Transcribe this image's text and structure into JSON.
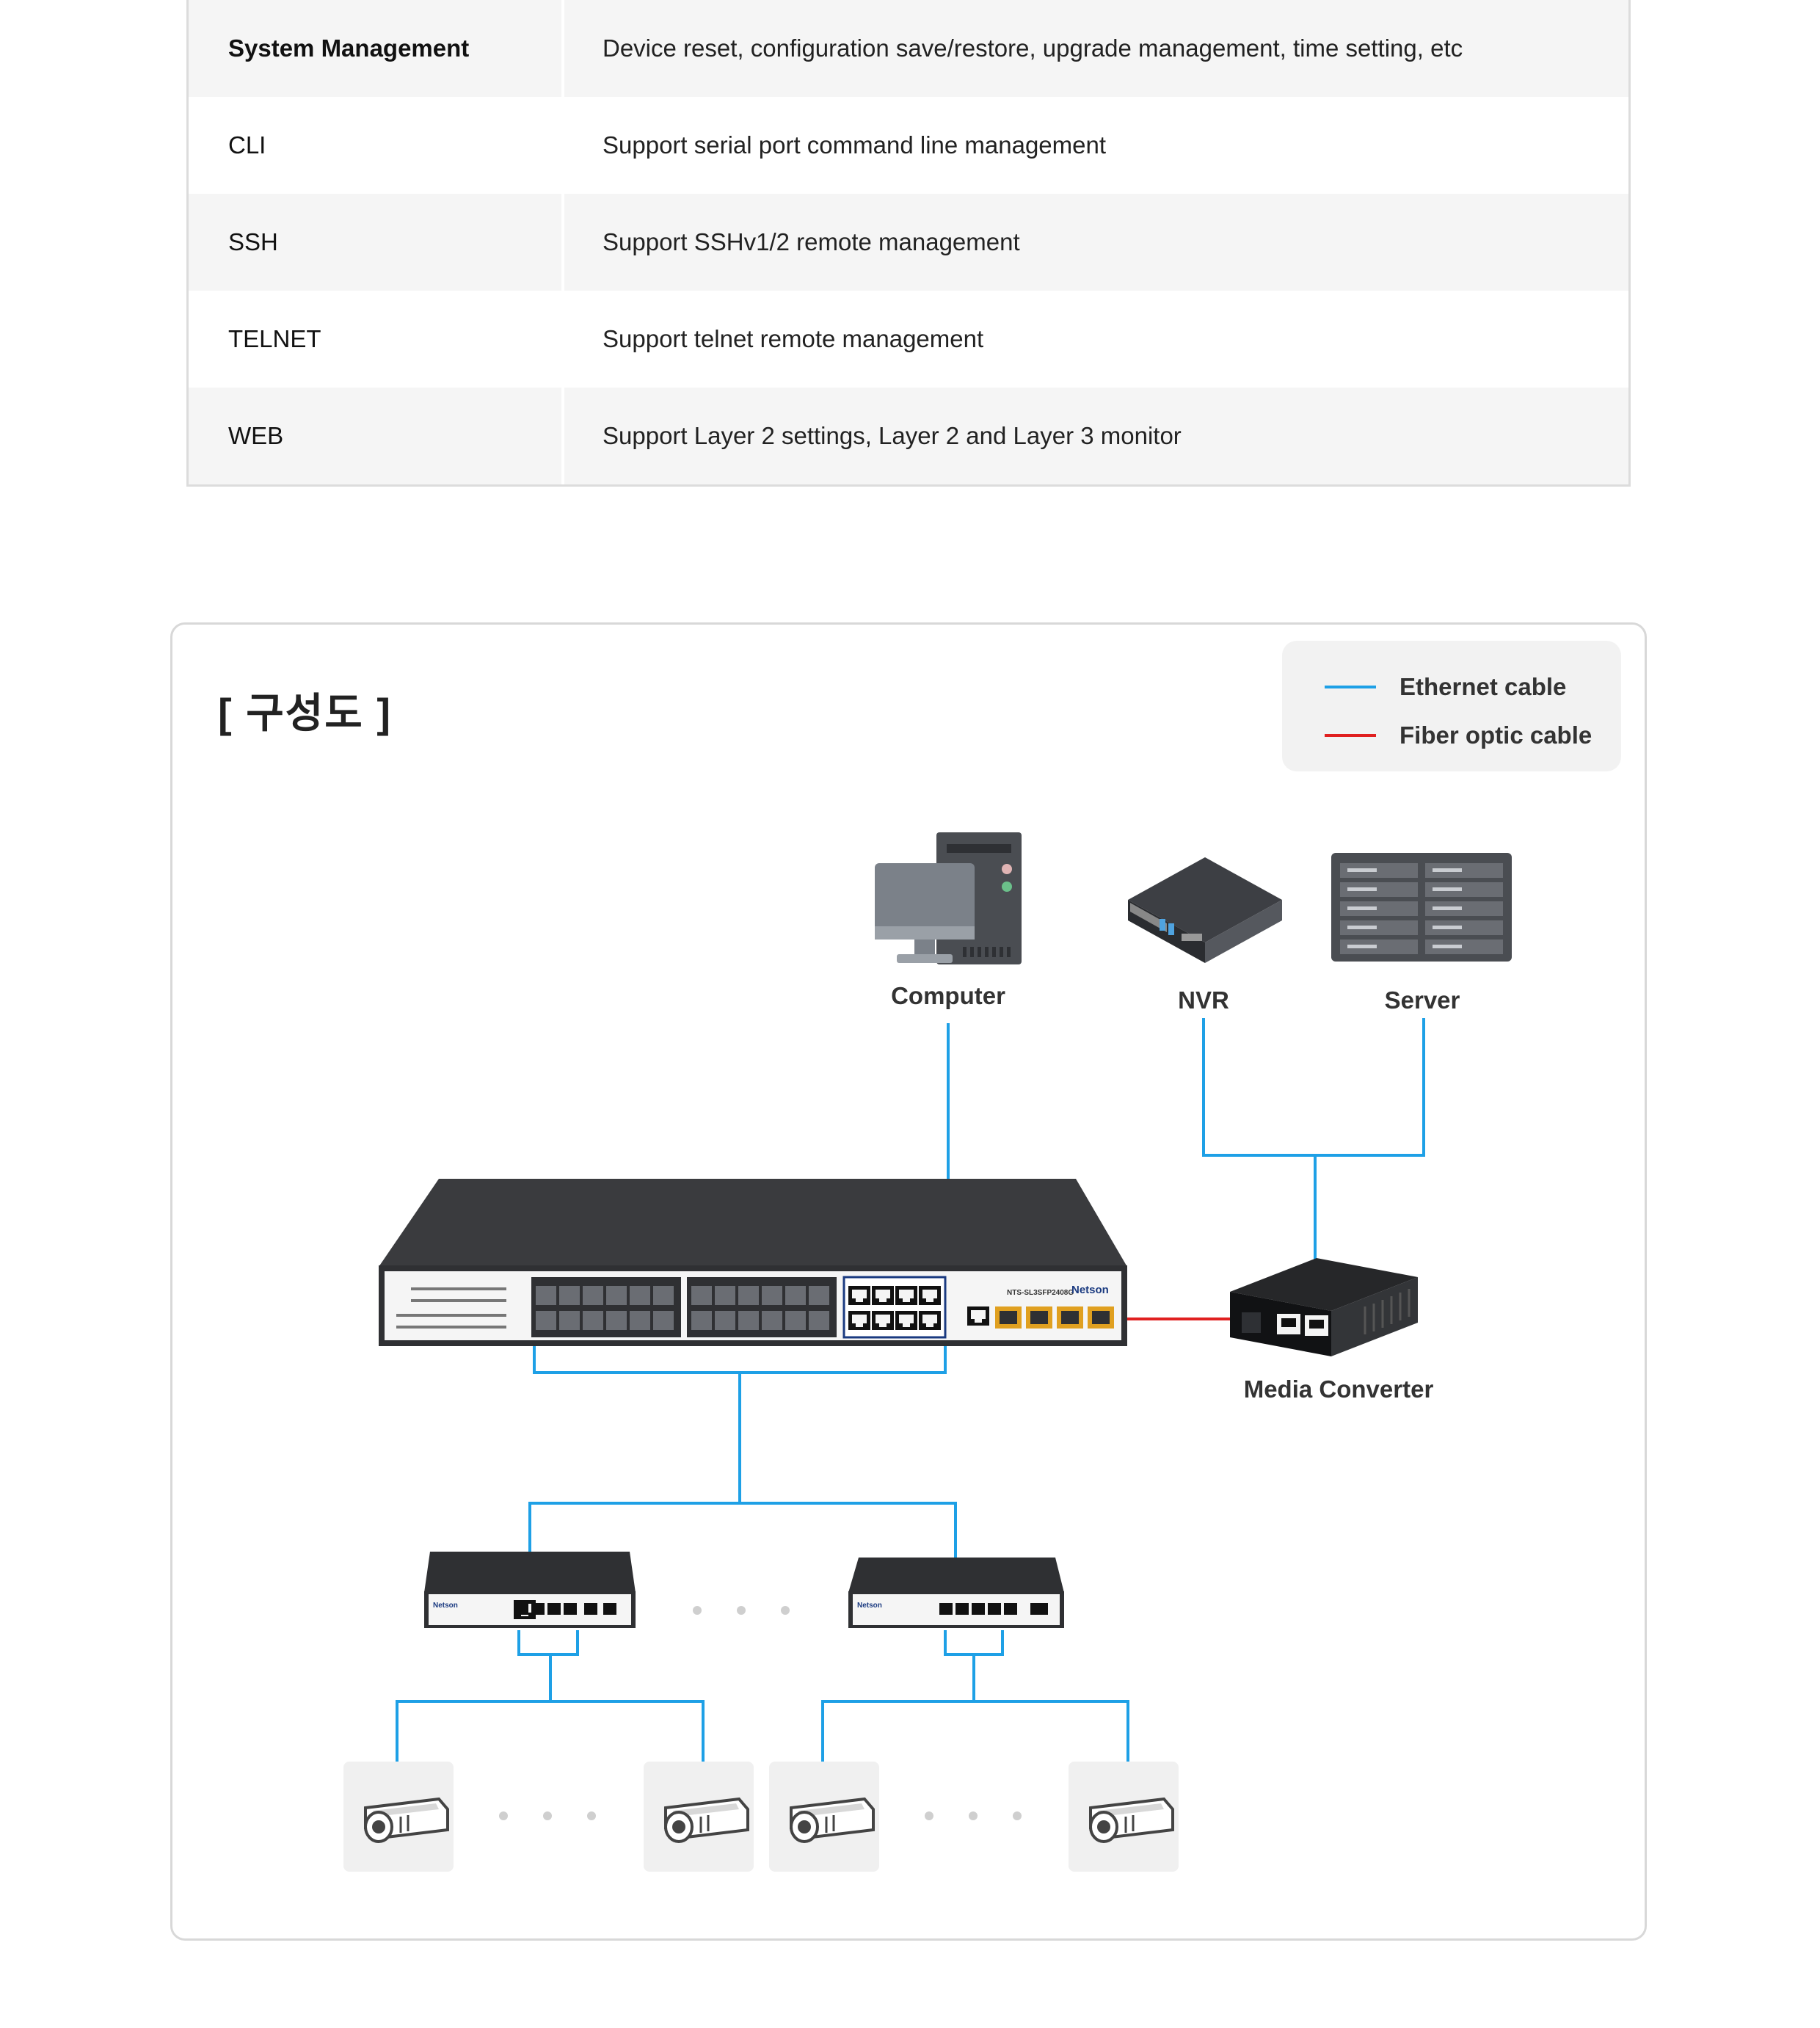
{
  "spec_table": {
    "rows": [
      {
        "key": "System Management",
        "value": "Device reset, configuration save/restore, upgrade management, time setting, etc"
      },
      {
        "key": "CLI",
        "value": "Support serial port command line management"
      },
      {
        "key": "SSH",
        "value": "Support SSHv1/2 remote management"
      },
      {
        "key": "TELNET",
        "value": "Support telnet remote management"
      },
      {
        "key": "WEB",
        "value": "Support Layer 2 settings, Layer 2 and Layer 3 monitor"
      }
    ]
  },
  "diagram": {
    "title": "[ 구성도 ]",
    "legend": [
      {
        "label": "Ethernet cable",
        "color": "#1ea0e6"
      },
      {
        "label": "Fiber optic cable",
        "color": "#e02020"
      }
    ],
    "devices": {
      "computer": "Computer",
      "nvr": "NVR",
      "server": "Server",
      "media_converter": "Media Converter"
    },
    "main_switch": {
      "model": "NTS-SL3SFP2408G",
      "brand": "Netson"
    },
    "sub_switch_brand": "Netson",
    "colors": {
      "ethernet": "#1ea0e6",
      "fiber": "#e02020",
      "device_dark": "#333333"
    }
  }
}
